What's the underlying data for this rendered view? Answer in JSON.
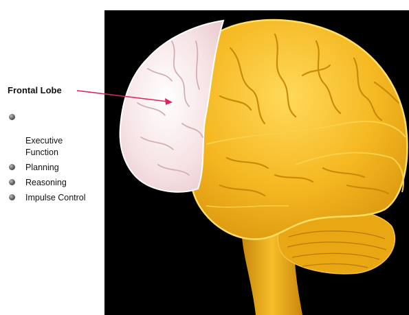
{
  "diagram": {
    "callout_title": "Frontal Lobe",
    "functions": [
      {
        "label": "Executive\nFunction"
      },
      {
        "label": "Planning"
      },
      {
        "label": "Reasoning"
      },
      {
        "label": "Impulse Control"
      }
    ],
    "colors": {
      "background": "#000000",
      "brain": "#f2b41e",
      "brain_highlight": "#ffd14a",
      "frontal_lobe": "#f6e4e6",
      "arrow": "#e0245e"
    }
  }
}
